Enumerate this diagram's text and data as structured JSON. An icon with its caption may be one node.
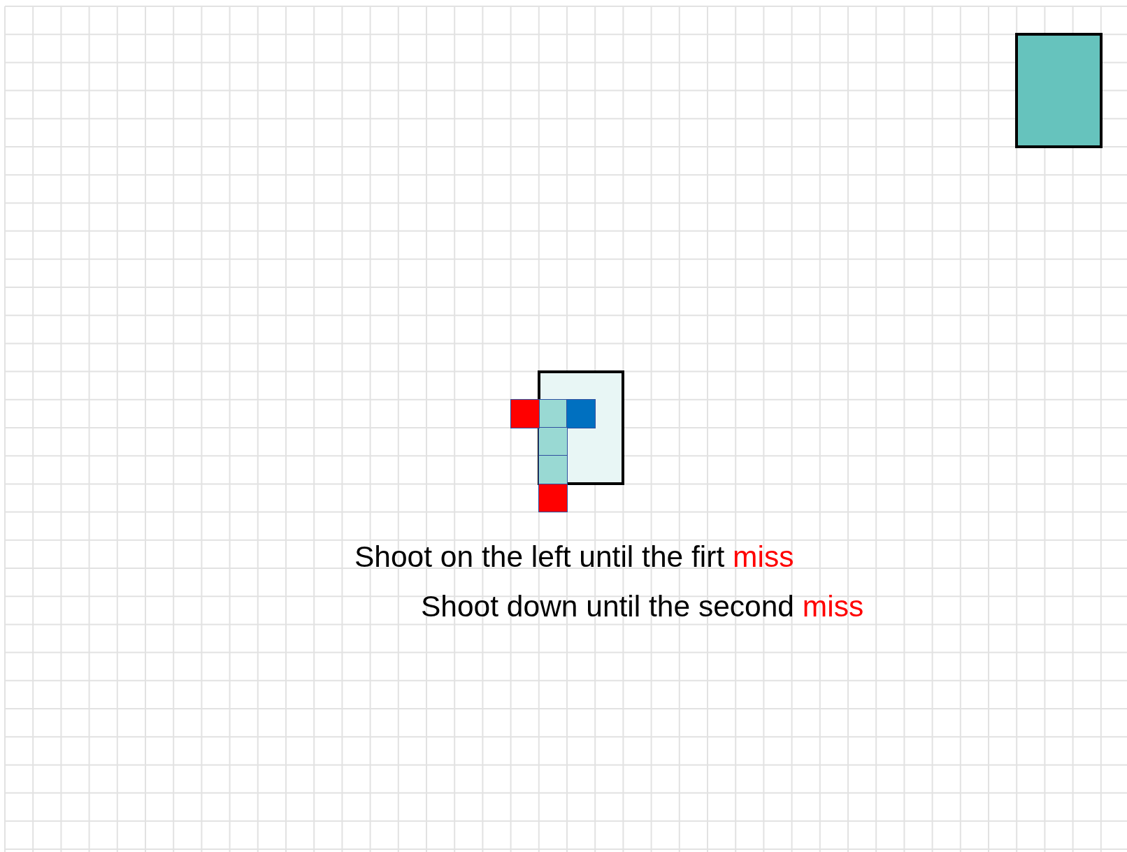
{
  "diagram": {
    "nodes": [
      {
        "text": [],
        "shape": "box"
      },
      {
        "text": [],
        "shape": "box"
      },
      {
        "text": [],
        "shape": "box"
      },
      {
        "text": [],
        "shape": "box",
        "in": 1
      },
      {
        "text": [],
        "shape": "box",
        "in": 1
      },
      {
        "text": [],
        "shape": "box",
        "in": 1
      },
      {
        "text": [],
        "shape": "box",
        "in": 1
      },
      {
        "text": [],
        "shape": "box"
      }
    ],
    "labels": [
      "Shoot on the left until the firt miss",
      "Shoot down until the second miss"
    ]
  }
}
